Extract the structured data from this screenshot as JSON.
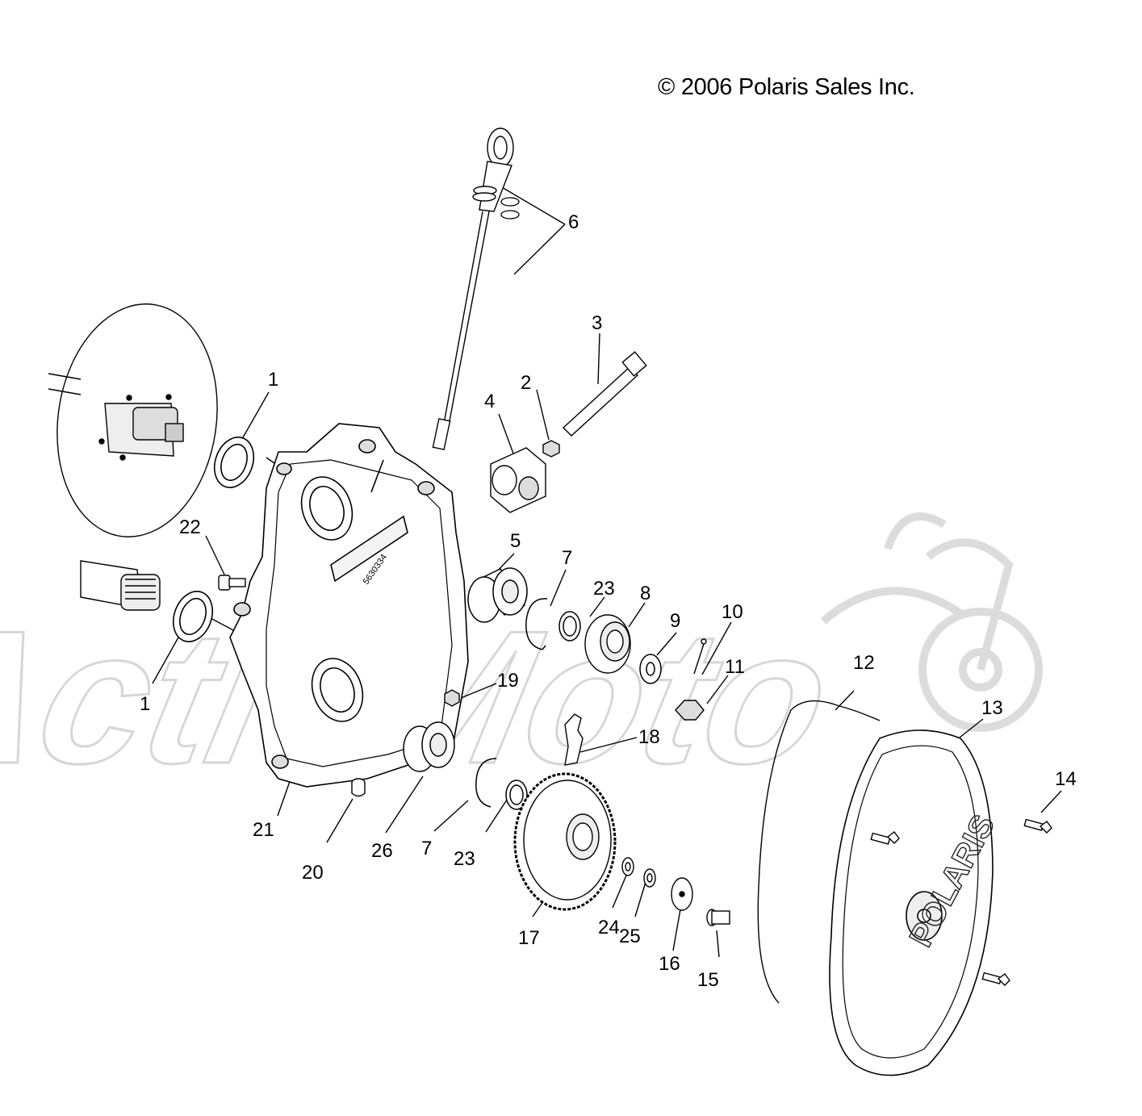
{
  "copyright": "© 2006 Polaris Sales Inc.",
  "watermark": "ActivMoto",
  "cover_brand": "POLARIS",
  "callouts": [
    "1",
    "22",
    "1",
    "3",
    "2",
    "4",
    "5",
    "6",
    "7",
    "23",
    "8",
    "9",
    "10",
    "11",
    "12",
    "13",
    "14",
    "19",
    "18",
    "21",
    "20",
    "26",
    "7",
    "23",
    "17",
    "24",
    "25",
    "16",
    "15"
  ]
}
